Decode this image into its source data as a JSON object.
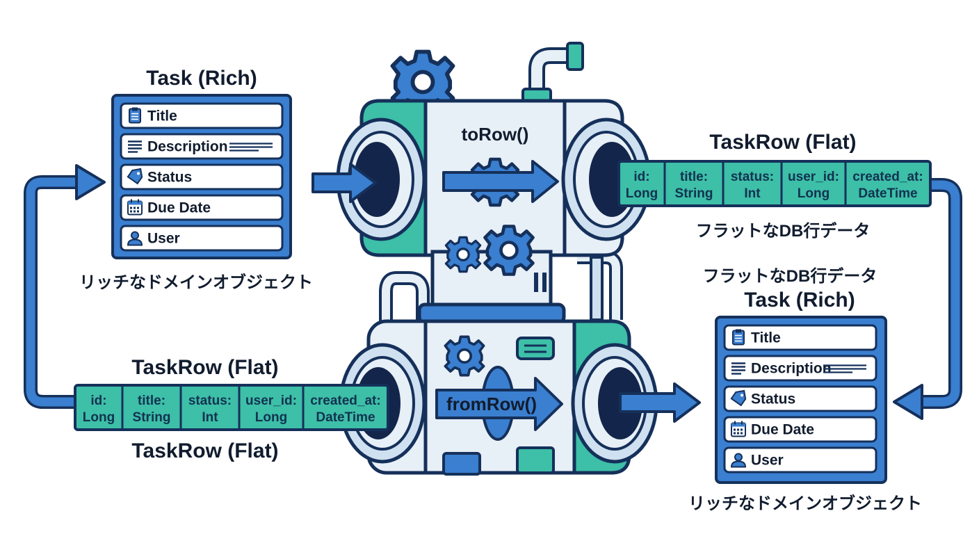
{
  "colors": {
    "outline": "#15305a",
    "blue": "#3a7fd0",
    "teal": "#3dbfa8",
    "light": "#e7eff7",
    "pale_blue": "#cfe0f0"
  },
  "top_left": {
    "heading": "Task (Rich)",
    "fields": [
      {
        "icon": "clipboard-icon",
        "label": "Title"
      },
      {
        "icon": "text-lines-icon",
        "label": "Description"
      },
      {
        "icon": "tag-icon",
        "label": "Status"
      },
      {
        "icon": "calendar-icon",
        "label": "Due Date"
      },
      {
        "icon": "user-icon",
        "label": "User"
      }
    ],
    "caption": "リッチなドメインオブジェクト"
  },
  "top_right": {
    "heading": "TaskRow (Flat)",
    "cells": [
      [
        "id:",
        "Long"
      ],
      [
        "title:",
        "String"
      ],
      [
        "status:",
        "Int"
      ],
      [
        "user_id:",
        "Long"
      ],
      [
        "created_at:",
        "DateTime"
      ]
    ],
    "caption": "フラットなDB行データ"
  },
  "bottom_right": {
    "caption_top": "フラットなDB行データ",
    "heading": "Task (Rich)",
    "fields": [
      {
        "icon": "clipboard-icon",
        "label": "Title"
      },
      {
        "icon": "text-lines-icon",
        "label": "Description"
      },
      {
        "icon": "tag-icon",
        "label": "Status"
      },
      {
        "icon": "calendar-icon",
        "label": "Due Date"
      },
      {
        "icon": "user-icon",
        "label": "User"
      }
    ],
    "caption": "リッチなドメインオブジェクト"
  },
  "bottom_left": {
    "heading": "TaskRow (Flat)",
    "cells": [
      [
        "id:",
        "Long"
      ],
      [
        "title:",
        "String"
      ],
      [
        "status:",
        "Int"
      ],
      [
        "user_id:",
        "Long"
      ],
      [
        "created_at:",
        "DateTime"
      ]
    ],
    "caption": "TaskRow (Flat)"
  },
  "machine": {
    "top_function": "toRow()",
    "bottom_function": "fromRow()"
  }
}
